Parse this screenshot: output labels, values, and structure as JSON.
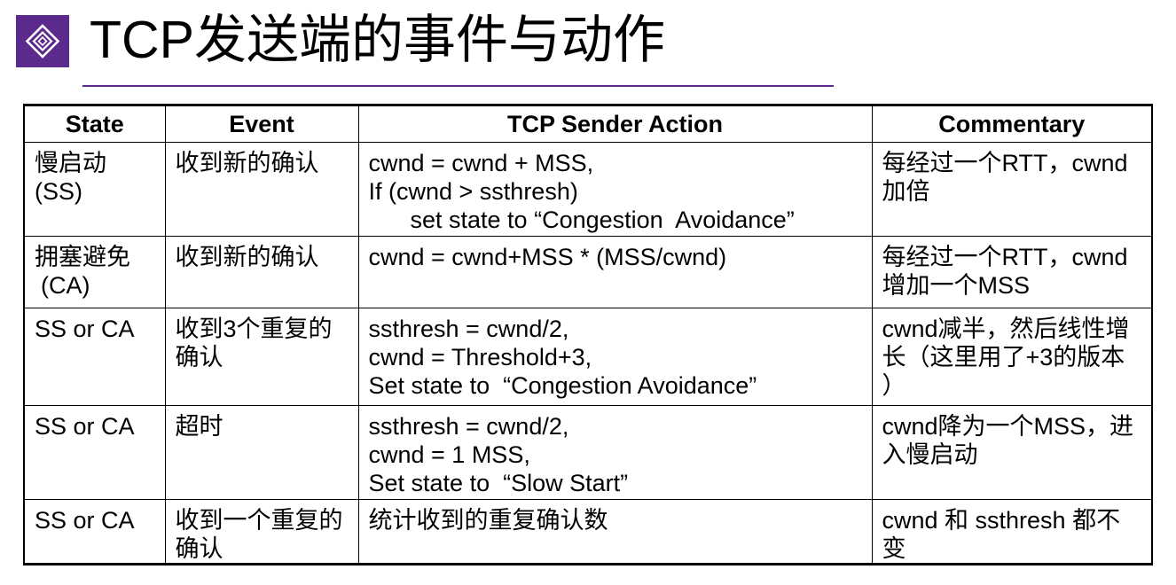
{
  "slide": {
    "title": "TCP发送端的事件与动作",
    "logo_icon": "layered-diamond-icon",
    "accent_color": "#5b2a8c"
  },
  "table": {
    "headers": [
      "State",
      "Event",
      "TCP Sender Action",
      "Commentary"
    ],
    "rows": [
      {
        "state": [
          "慢启动",
          "(SS)"
        ],
        "event": [
          "收到新的确认"
        ],
        "action": [
          "cwnd = cwnd + MSS,",
          "If (cwnd > ssthresh)",
          "set state to “Congestion  Avoidance”"
        ],
        "commentary": [
          "每经过一个RTT，cwnd",
          "加倍"
        ]
      },
      {
        "state": [
          "拥塞避免",
          "(CA)"
        ],
        "event": [
          "收到新的确认"
        ],
        "action": [
          "cwnd = cwnd+MSS * (MSS/cwnd)"
        ],
        "commentary": [
          "每经过一个RTT，cwnd",
          "增加一个MSS"
        ]
      },
      {
        "state": [
          "SS or CA"
        ],
        "event": [
          "收到3个重复的",
          "确认"
        ],
        "action": [
          "ssthresh = cwnd/2,",
          "cwnd = Threshold+3,",
          "Set state to  “Congestion Avoidance”"
        ],
        "commentary": [
          "cwnd减半，然后线性增",
          "长（这里用了+3的版本",
          "）"
        ]
      },
      {
        "state": [
          "SS or CA"
        ],
        "event": [
          "超时"
        ],
        "action": [
          "ssthresh = cwnd/2,",
          "cwnd = 1 MSS,",
          "Set state to  “Slow Start”"
        ],
        "commentary": [
          "cwnd降为一个MSS，进",
          "入慢启动"
        ]
      },
      {
        "state": [
          "SS or CA"
        ],
        "event": [
          "收到一个重复的",
          "确认"
        ],
        "action": [
          "统计收到的重复确认数"
        ],
        "commentary": [
          "cwnd 和 ssthresh 都不",
          "变"
        ]
      }
    ]
  }
}
